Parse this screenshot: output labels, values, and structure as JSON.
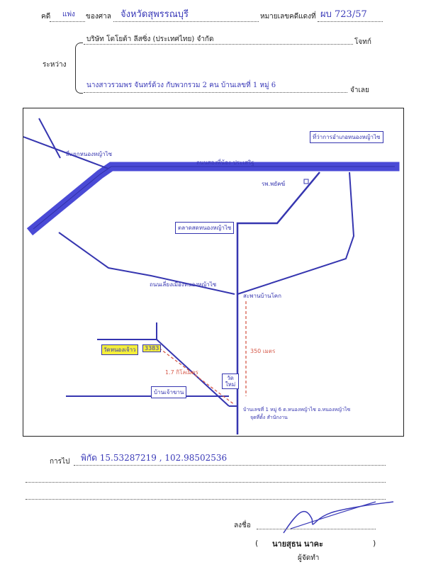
{
  "header": {
    "case_label": "คดี",
    "case_type": "แพ่ง",
    "court_label": "ของศาล",
    "court_name": "จังหวัดสุพรรณบุรี",
    "black_no_label": "หมายเลขคดีแดงที่",
    "black_no_value": "ผบ 723/57",
    "between_label": "ระหว่าง",
    "plaintiff_name": "บริษัท โตโยต้า ลีสซิ่ง (ประเทศไทย) จำกัด",
    "plaintiff_role": "โจทก์",
    "defendant_name": "นางสาวรวมพร จันทร์ด้วง กับพวกรวม 2 คน บ้านเลขที่ 1 หมู่ 6",
    "defendant_role": "จำเลย"
  },
  "map": {
    "road_main": "ถนนสองพี่น้อง-ประเสริฐ",
    "school": "รพ.พยัคฆ์",
    "market": "ตลาดสดหนองหญ้าไซ",
    "district_office": "ที่ว่าการอำเภอหนองหญ้าไซ",
    "junction_top_left": "สี่แยกหนองหญ้าไซ",
    "road_bottom": "ถนนเลี่ยงเมืองหนองหญ้าไซ",
    "junction_right": "สะพานบ้านโคก",
    "highlight_a": "วัดหนองเจ้าว",
    "highlight_b": "3383",
    "distance_red": "1.7 กิโลเมตร",
    "distance_vertical": "350 เมตร",
    "temple": "วัด ใหม่",
    "village_label": "บ้านเจ้าขาน",
    "target_label": "บ้านเลขที่ 1 หมู่ 6 ต.หนองหญ้าไซ อ.หนองหญ้าไซ",
    "target_note": "จุดที่ตั้ง สำนักงาน"
  },
  "footer": {
    "route_label": "การไป",
    "coordinates": "พิกัด 15.53287219 , 102.98502536",
    "sign_label": "ลงชื่อ",
    "signer_name": "นายสุธน นาคะ",
    "signer_role": "ผู้จัดทำ",
    "open_paren": "(",
    "close_paren": ")"
  },
  "colors": {
    "ink": "#3636b0",
    "road": "#4a4ad6",
    "highlight": "#f4ee3a",
    "red": "#d65a4a"
  }
}
